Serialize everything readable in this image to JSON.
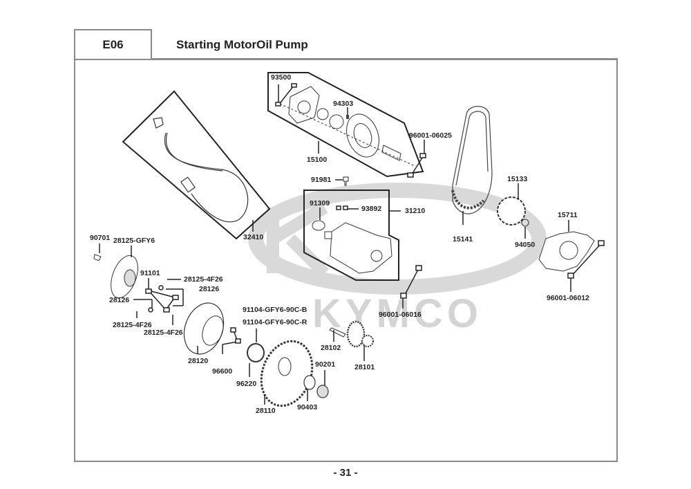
{
  "header": {
    "section_code": "E06",
    "title": "Starting MotorOil Pump"
  },
  "watermark": {
    "brand": "KYMCO",
    "color": "#d4d4d4"
  },
  "footer": {
    "page_number": "- 31 -"
  },
  "parts": [
    {
      "id": "93500",
      "label": "93500"
    },
    {
      "id": "94303",
      "label": "94303"
    },
    {
      "id": "96001-06025",
      "label": "96001-06025"
    },
    {
      "id": "15100",
      "label": "15100"
    },
    {
      "id": "91981",
      "label": "91981"
    },
    {
      "id": "91309",
      "label": "91309"
    },
    {
      "id": "93892",
      "label": "93892"
    },
    {
      "id": "31210",
      "label": "31210"
    },
    {
      "id": "32410",
      "label": "32410"
    },
    {
      "id": "15133",
      "label": "15133"
    },
    {
      "id": "15711",
      "label": "15711"
    },
    {
      "id": "15141",
      "label": "15141"
    },
    {
      "id": "94050",
      "label": "94050"
    },
    {
      "id": "96001-06012",
      "label": "96001-06012"
    },
    {
      "id": "96001-06016",
      "label": "96001-06016"
    },
    {
      "id": "90701",
      "label": "90701"
    },
    {
      "id": "28125-GFY6",
      "label": "28125-GFY6"
    },
    {
      "id": "91101",
      "label": "91101"
    },
    {
      "id": "28125-4F26-a",
      "label": "28125-4F26"
    },
    {
      "id": "28126-a",
      "label": "28126"
    },
    {
      "id": "28126-b",
      "label": "28126"
    },
    {
      "id": "28125-4F26-b",
      "label": "28125-4F26"
    },
    {
      "id": "28125-4F26-c",
      "label": "28125-4F26"
    },
    {
      "id": "91104-GFY6-90C-B",
      "label": "91104-GFY6-90C-B"
    },
    {
      "id": "91104-GFY6-90C-R",
      "label": "91104-GFY6-90C-R"
    },
    {
      "id": "28102",
      "label": "28102"
    },
    {
      "id": "28101",
      "label": "28101"
    },
    {
      "id": "90201",
      "label": "90201"
    },
    {
      "id": "28120",
      "label": "28120"
    },
    {
      "id": "96600",
      "label": "96600"
    },
    {
      "id": "96220",
      "label": "96220"
    },
    {
      "id": "28110",
      "label": "28110"
    },
    {
      "id": "90403",
      "label": "90403"
    }
  ]
}
